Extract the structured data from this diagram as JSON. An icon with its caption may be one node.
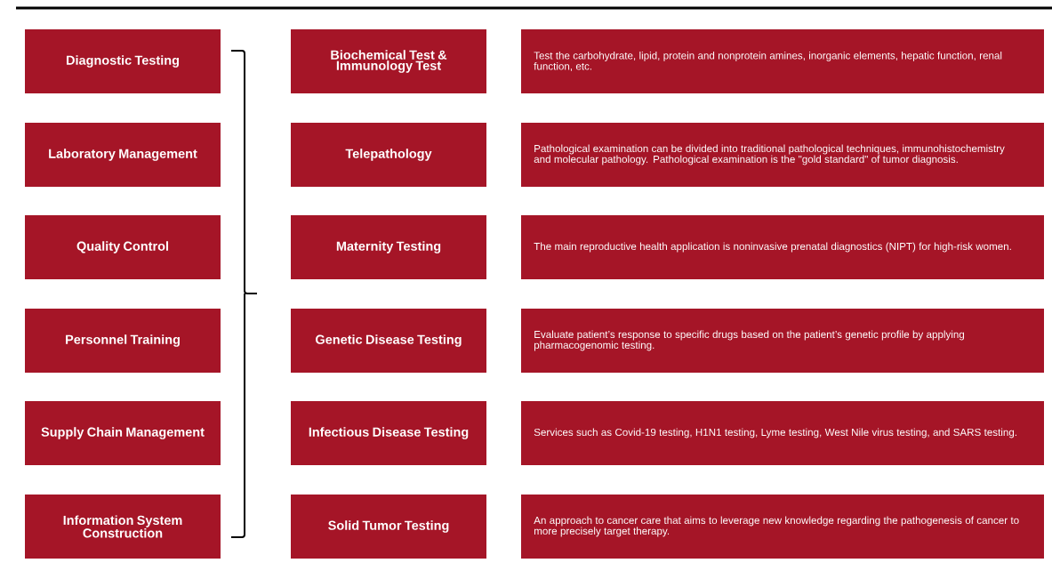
{
  "diagram": {
    "nodes": [
      {
        "text": [
          "Diagnostic Testing"
        ]
      },
      {
        "text": [
          "Biochemical Test & Immunology Test"
        ]
      },
      {
        "text": [
          "Test the carbohydrate, lipid, protein and nonprotein amines, inorganic elements, hepatic function, renal function, etc."
        ]
      },
      {
        "text": [
          "Laboratory Management"
        ]
      },
      {
        "text": [
          "Telepathology"
        ]
      },
      {
        "text": [
          "Pathological examination can be divided into traditional pathological techniques, immunohistochemistry and molecular pathology. Pathological examination is the \"gold standard\" of tumor diagnosis."
        ]
      },
      {
        "text": [
          "Quality Control"
        ]
      },
      {
        "text": [
          "Maternity Testing"
        ]
      },
      {
        "text": [
          "The main reproductive health application is noninvasive prenatal diagnostics (NIPT) for high-risk women."
        ]
      },
      {
        "text": [
          "Personnel Training"
        ]
      },
      {
        "text": [
          "Genetic Disease Testing"
        ]
      },
      {
        "text": [
          "Evaluate patient’s response to specific drugs based on the patient’s genetic profile by applying pharmacogenomic testing."
        ]
      },
      {
        "text": [
          "Supply Chain Management"
        ]
      },
      {
        "text": [
          "Infectious Disease Testing"
        ]
      },
      {
        "text": [
          "Services such as Covid-19 testing, H1N1 testing, Lyme testing, West Nile virus testing, and SARS testing."
        ]
      },
      {
        "text": [
          "Information System Construction"
        ]
      },
      {
        "text": [
          "Solid Tumor Testing"
        ]
      },
      {
        "text": [
          "An approach to cancer care that aims to leverage new knowledge regarding the pathogenesis of cancer to more precisely target therapy."
        ]
      }
    ]
  }
}
